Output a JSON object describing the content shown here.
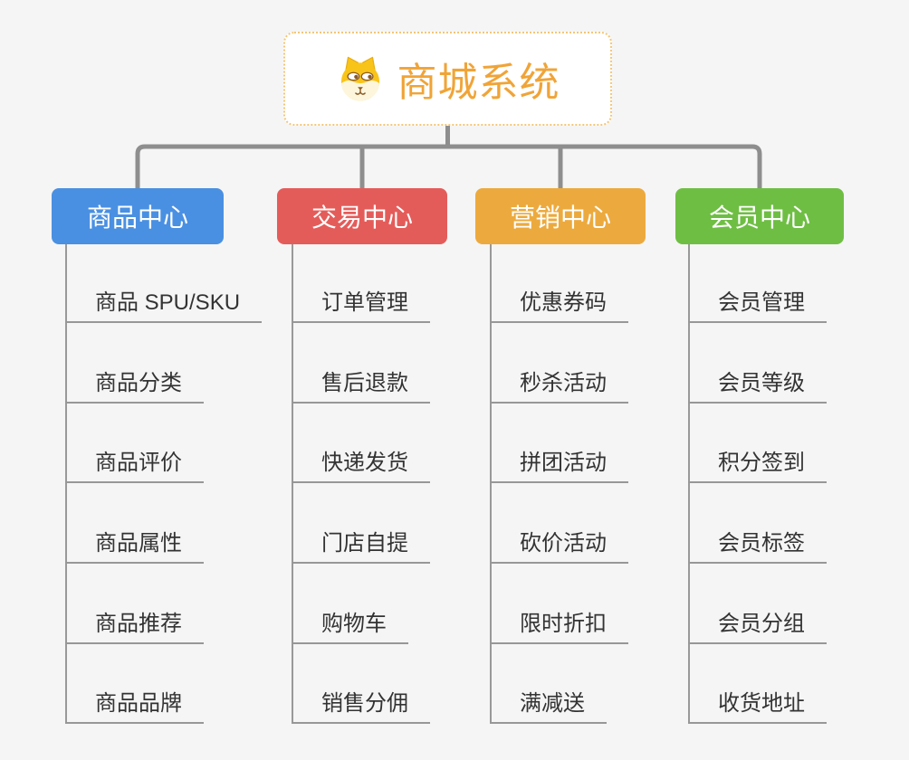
{
  "root": {
    "title": "商城系统",
    "icon": "shiba-dog-icon",
    "accent_color": "#f0a437",
    "border_color": "#f4c677"
  },
  "branches": [
    {
      "label": "商品中心",
      "color": "#4a90e2",
      "items": [
        "商品 SPU/SKU",
        "商品分类",
        "商品评价",
        "商品属性",
        "商品推荐",
        "商品品牌"
      ]
    },
    {
      "label": "交易中心",
      "color": "#e45c5a",
      "items": [
        "订单管理",
        "售后退款",
        "快递发货",
        "门店自提",
        "购物车",
        "销售分佣"
      ]
    },
    {
      "label": "营销中心",
      "color": "#ecaa3e",
      "items": [
        "优惠券码",
        "秒杀活动",
        "拼团活动",
        "砍价活动",
        "限时折扣",
        "满减送"
      ]
    },
    {
      "label": "会员中心",
      "color": "#6fbe44",
      "items": [
        "会员管理",
        "会员等级",
        "积分签到",
        "会员标签",
        "会员分组",
        "收货地址"
      ]
    }
  ],
  "colors": {
    "background": "#f5f5f5",
    "connector": "#8e8e8e",
    "trunk_line": "#999999",
    "leaf_underline": "#979797",
    "leaf_text": "#333333",
    "root_background": "#ffffff"
  }
}
